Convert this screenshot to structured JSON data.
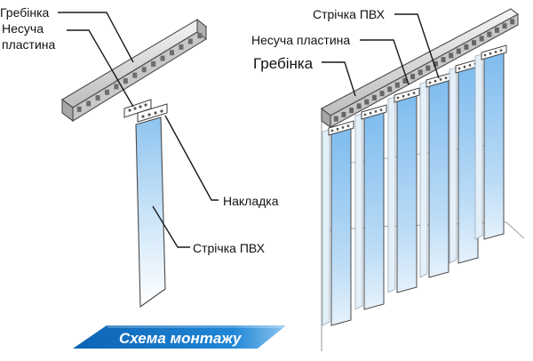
{
  "left_detail": {
    "label_comb": "Гребінка",
    "label_plate_line1": "Несуча",
    "label_plate_line2": "пластина",
    "label_overlay": "Накладка",
    "label_strip": "Стрічка ПВХ"
  },
  "right_assembly": {
    "label_strip": "Стрічка ПВХ",
    "label_plate": "Несуча пластина",
    "label_comb": "Гребінка"
  },
  "banner": {
    "text": "Схема монтажу"
  },
  "colors": {
    "strip_top": "#8fc3ee",
    "strip_bottom": "#ffffff",
    "rail": "#d9d9d9",
    "banner": "#1677c9"
  }
}
